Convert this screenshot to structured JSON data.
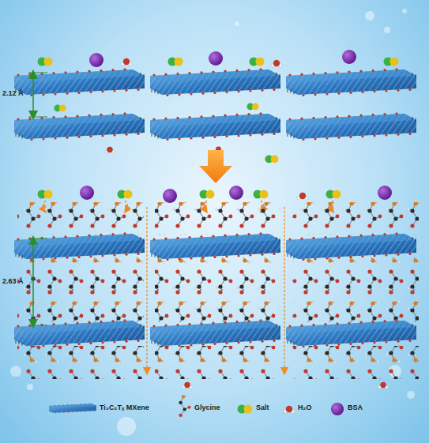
{
  "diagram": {
    "labels": [
      "2.12 Å",
      "2.63 Å"
    ],
    "legend": [
      {
        "text": "Ti₃C₂Tₓ MXene"
      },
      {
        "text": "Glycine"
      },
      {
        "text": "Salt"
      },
      {
        "text": "H₂O"
      },
      {
        "text": "BSA"
      }
    ]
  }
}
